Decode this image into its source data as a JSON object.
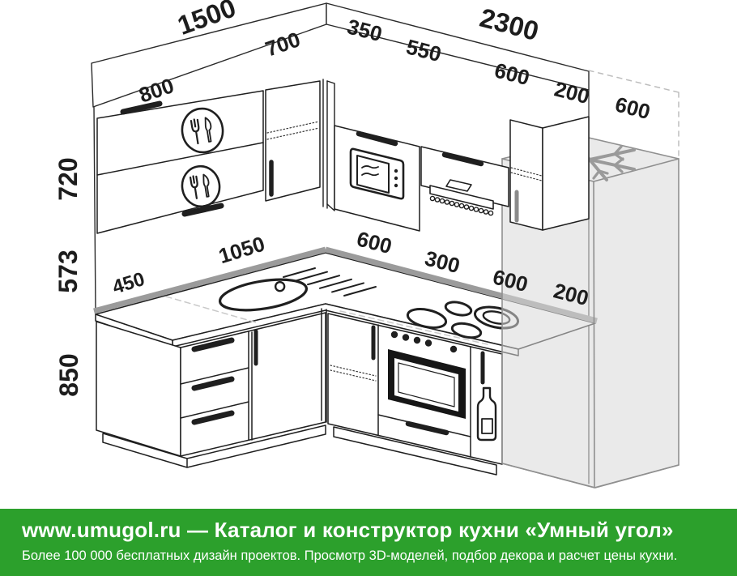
{
  "diagram": {
    "dims": {
      "left_wall_total": "1500",
      "right_wall_total": "2300",
      "wall_cab_left_1": "800",
      "wall_cab_left_2": "700",
      "wall_cab_corner": "350",
      "wall_cab_right_1": "550",
      "wall_cab_right_2": "600",
      "wall_cab_right_3": "200",
      "space_above_fridge": "600",
      "wall_cab_height": "720",
      "apron_height": "573",
      "base_height": "850",
      "counter_left_end": "450",
      "counter_sink_run": "1050",
      "counter_corner_depth": "600",
      "counter_mid": "300",
      "counter_hob": "600",
      "counter_fridge_gap": "200"
    },
    "icons": {
      "cutlery": "fork-and-knife emblem on flip-up doors",
      "snowflake": "snowflake on fridge top",
      "microwave": "built-in microwave",
      "hood": "extractor hood",
      "hob": "4-burner hob circles",
      "sink": "oval sink with drainer",
      "oven": "built-in oven",
      "bottle": "bottle cargo unit"
    }
  },
  "footer": {
    "headline": "www.umugol.ru — Каталог и конструктор кухни «Умный угол»",
    "subtitle": "Более 100 000 бесплатных дизайн проектов. Просмотр 3D-моделей, подбор декора и расчет цены кухни."
  },
  "colors": {
    "line": "#1f1f1f",
    "counter_band": "#9b9b9b",
    "ghost_label": "#b3b3b3",
    "fridge_fill": "#d8d8d8",
    "fridge_stroke": "#8f8f8f",
    "footer_green": "#2ca02c",
    "footer_text": "#ffffff"
  }
}
